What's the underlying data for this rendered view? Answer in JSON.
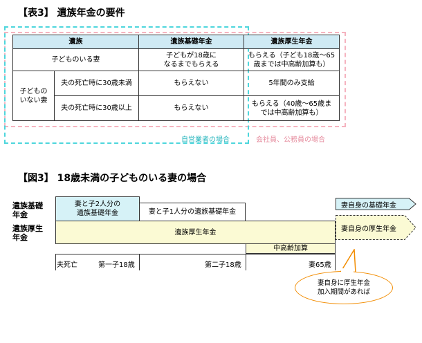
{
  "table": {
    "title": "【表3】 遺族年金の要件",
    "head_label": "遺族",
    "head_basic": "遺族基礎年金",
    "head_welfare": "遺族厚生年金",
    "row1_label": "子どものいる妻",
    "row1_basic_l1": "子どもが18歳に",
    "row1_basic_l2": "なるまでもらえる",
    "row1_welfare_l1": "もらえる（子ども18歳～65",
    "row1_welfare_l2": "歳までは中高齢加算も）",
    "group_label_l1": "子どもの",
    "group_label_l2": "いない妻",
    "row2_label": "夫の死亡時に30歳未満",
    "row2_basic": "もらえない",
    "row2_welfare": "5年間のみ支給",
    "row3_label": "夫の死亡時に30歳以上",
    "row3_basic": "もらえない",
    "row3_welfare_l1": "もらえる（40歳～65歳ま",
    "row3_welfare_l2": "では中高齢加算も）",
    "frame_blue_label": "自営業者の場合",
    "frame_pink_label": "会社員、公務員の場合",
    "colors": {
      "blue_frame": "#4dd6dc",
      "pink_frame": "#f5b3bf",
      "header_bg": "#cfeaf4"
    }
  },
  "figure": {
    "title": "【図3】 18歳未満の子どものいる妻の場合",
    "row_basic_l1": "遺族基礎",
    "row_basic_l2": "年金",
    "row_welfare_l1": "遺族厚生",
    "row_welfare_l2": "年金",
    "seg_two_children_l1": "妻と子2人分の",
    "seg_two_children_l2": "遺族基礎年金",
    "seg_one_child": "妻と子1人分の遺族基礎年金",
    "own_basic": "妻自身の基礎年金",
    "welfare_bar": "遺族厚生年金",
    "own_welfare": "妻自身の厚生年金",
    "middle_age": "中高齢加算",
    "tick_husband_death": "夫死亡",
    "tick_first_child": "第一子18歳",
    "tick_second_child": "第二子18歳",
    "tick_wife_65": "妻65歳",
    "callout_l1": "妻自身に厚生年金",
    "callout_l2": "加入期間があれば",
    "colors": {
      "blue_fill": "#d6f2f7",
      "yellow_fill": "#fbfad4",
      "callout_border": "#f28c00"
    }
  }
}
